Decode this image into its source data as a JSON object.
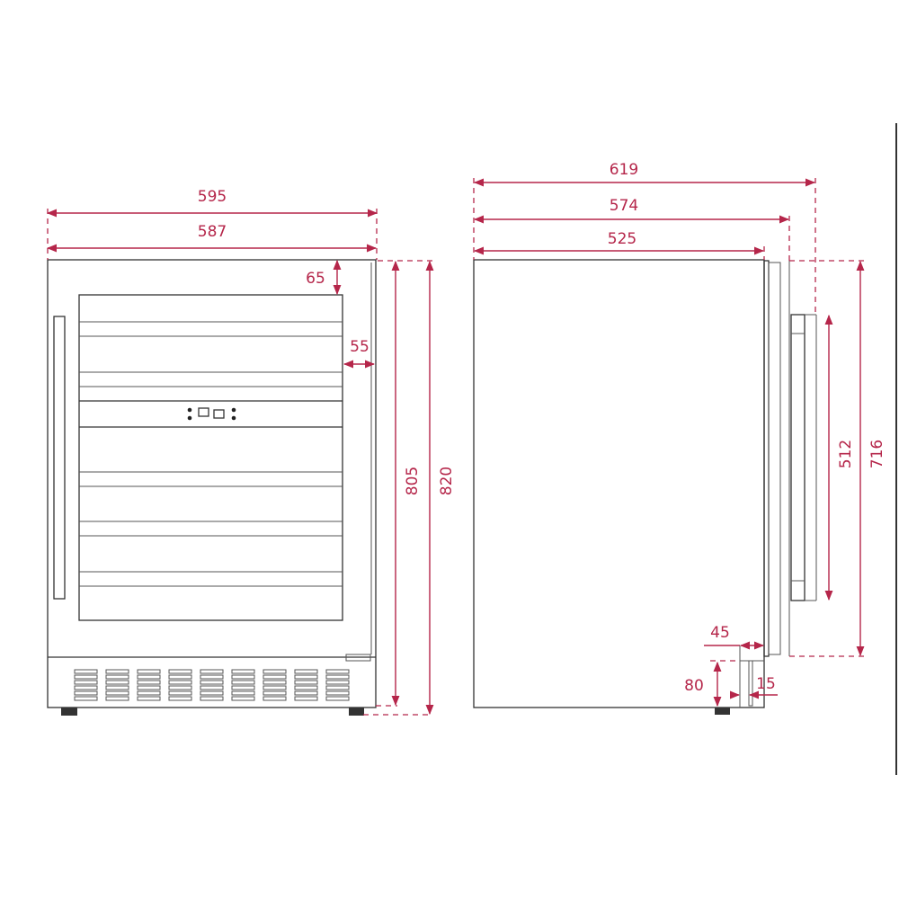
{
  "front_view": {
    "dimensions": {
      "overall_width": "595",
      "body_width": "587",
      "top_margin": "65",
      "side_margin": "55",
      "body_height": "805",
      "overall_height": "820"
    }
  },
  "side_view": {
    "dimensions": {
      "depth_with_handle": "619",
      "depth_with_door": "574",
      "body_depth": "525",
      "handle_length": "512",
      "door_height": "716",
      "door_gap": "45",
      "plinth_height": "80",
      "plinth_offset": "15"
    }
  },
  "colors": {
    "dimension": "#b5264a",
    "outline": "#333333"
  }
}
